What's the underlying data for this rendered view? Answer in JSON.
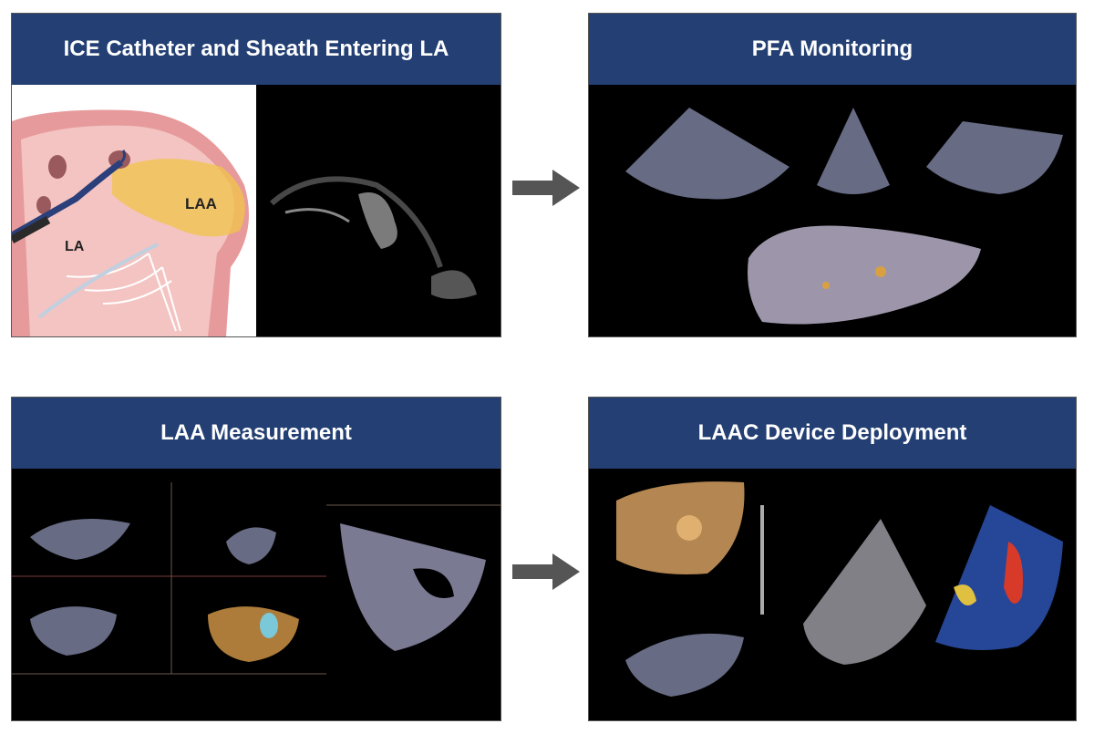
{
  "panels": {
    "ice": {
      "title": "ICE Catheter and Sheath Entering LA",
      "label_laa": "LAA",
      "label_la": "LA"
    },
    "pfa": {
      "title": "PFA Monitoring"
    },
    "laa": {
      "title": "LAA Measurement"
    },
    "laac": {
      "title": "LAAC Device Deployment"
    }
  },
  "colors": {
    "header_bg": "#233f73",
    "arrow": "#555555",
    "laa_highlight": "#f2c44a",
    "heart_tissue": "#d9757a"
  }
}
